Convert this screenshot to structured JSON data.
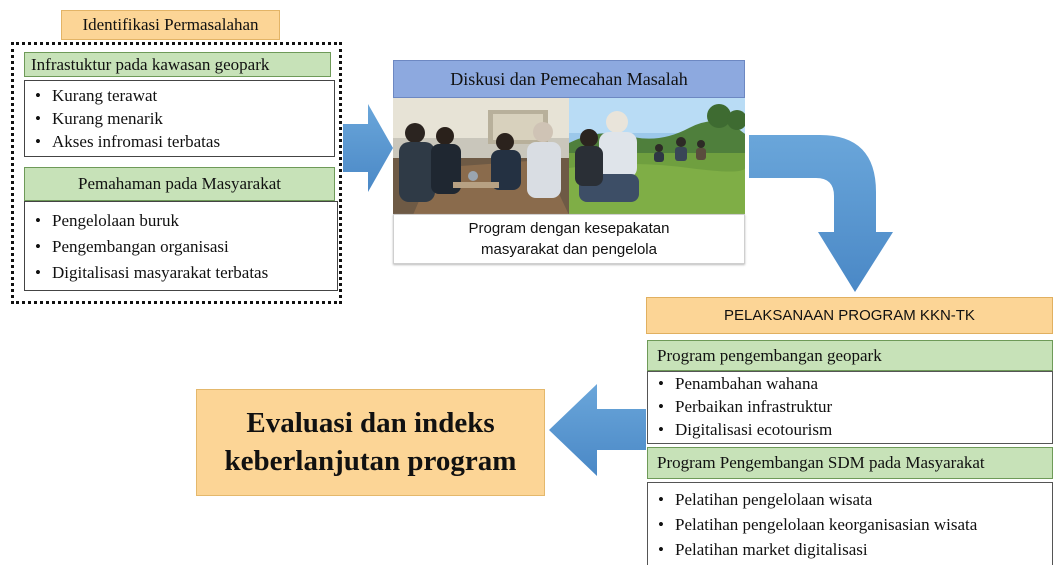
{
  "identifikasi": {
    "title": "Identifikasi Permasalahan",
    "infrastruktur": {
      "title": "Infrastuktur pada kawasan geopark",
      "items": [
        "Kurang terawat",
        "Kurang menarik",
        "Akses infromasi terbatas"
      ]
    },
    "pemahaman": {
      "title": "Pemahaman pada Masyarakat",
      "items": [
        "Pengelolaan buruk",
        "Pengembangan organisasi",
        "Digitalisasi masyarakat terbatas"
      ]
    }
  },
  "diskusi": {
    "title": "Diskusi dan Pemecahan Masalah",
    "caption_line1": "Program dengan kesepakatan",
    "caption_line2": "masyarakat dan pengelola"
  },
  "pelaksanaan": {
    "title": "PELAKSANAAN PROGRAM KKN-TK",
    "geopark": {
      "title": "Program pengembangan geopark",
      "items": [
        "Penambahan wahana",
        "Perbaikan infrastruktur",
        "Digitalisasi ecotourism"
      ]
    },
    "sdm": {
      "title": "Program Pengembangan SDM pada Masyarakat",
      "items": [
        "Pelatihan pengelolaan wisata",
        "Pelatihan pengelolaan keorganisasian wisata",
        "Pelatihan market digitalisasi"
      ]
    }
  },
  "evaluasi": {
    "line1": "Evaluasi dan indeks",
    "line2": "keberlanjutan program"
  },
  "colors": {
    "arrow": "#5b9bd5",
    "orange_box": "#fcd596",
    "green_header": "#c7e2b8",
    "blue_header": "#8da9df"
  }
}
